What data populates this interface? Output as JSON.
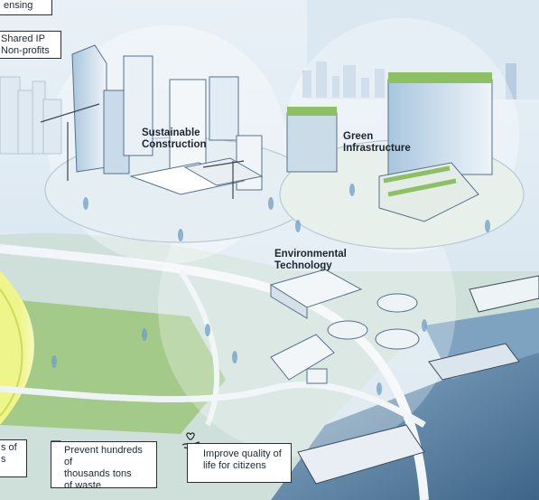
{
  "districts": {
    "sustainable_construction": {
      "line1": "Sustainable",
      "line2": "Construction"
    },
    "green_infrastructure": {
      "line1": "Green",
      "line2": "Infrastructure"
    },
    "environmental_technology": {
      "line1": "Environmental",
      "line2": "Technology"
    }
  },
  "callouts": {
    "top_left_fragment": "ensing",
    "shared_ip": {
      "line1": "Shared IP",
      "line2": "Non-profits"
    },
    "bottom_left_fragment": {
      "line1": "s of",
      "line2": "s"
    },
    "waste": {
      "line1": "Prevent hundreds of",
      "line2": "thousands tons",
      "line3": "of waste"
    },
    "quality": {
      "line1": "Improve quality of",
      "line2": "life for citizens"
    }
  },
  "icons": [
    "trash-bin-icon",
    "heart-hand-icon"
  ],
  "colors": {
    "sky": "#e8f0f6",
    "water": "#5f86a8",
    "greenery": "#9cc67a",
    "highlight": "#e6f07a",
    "ink": "#1d2630"
  }
}
